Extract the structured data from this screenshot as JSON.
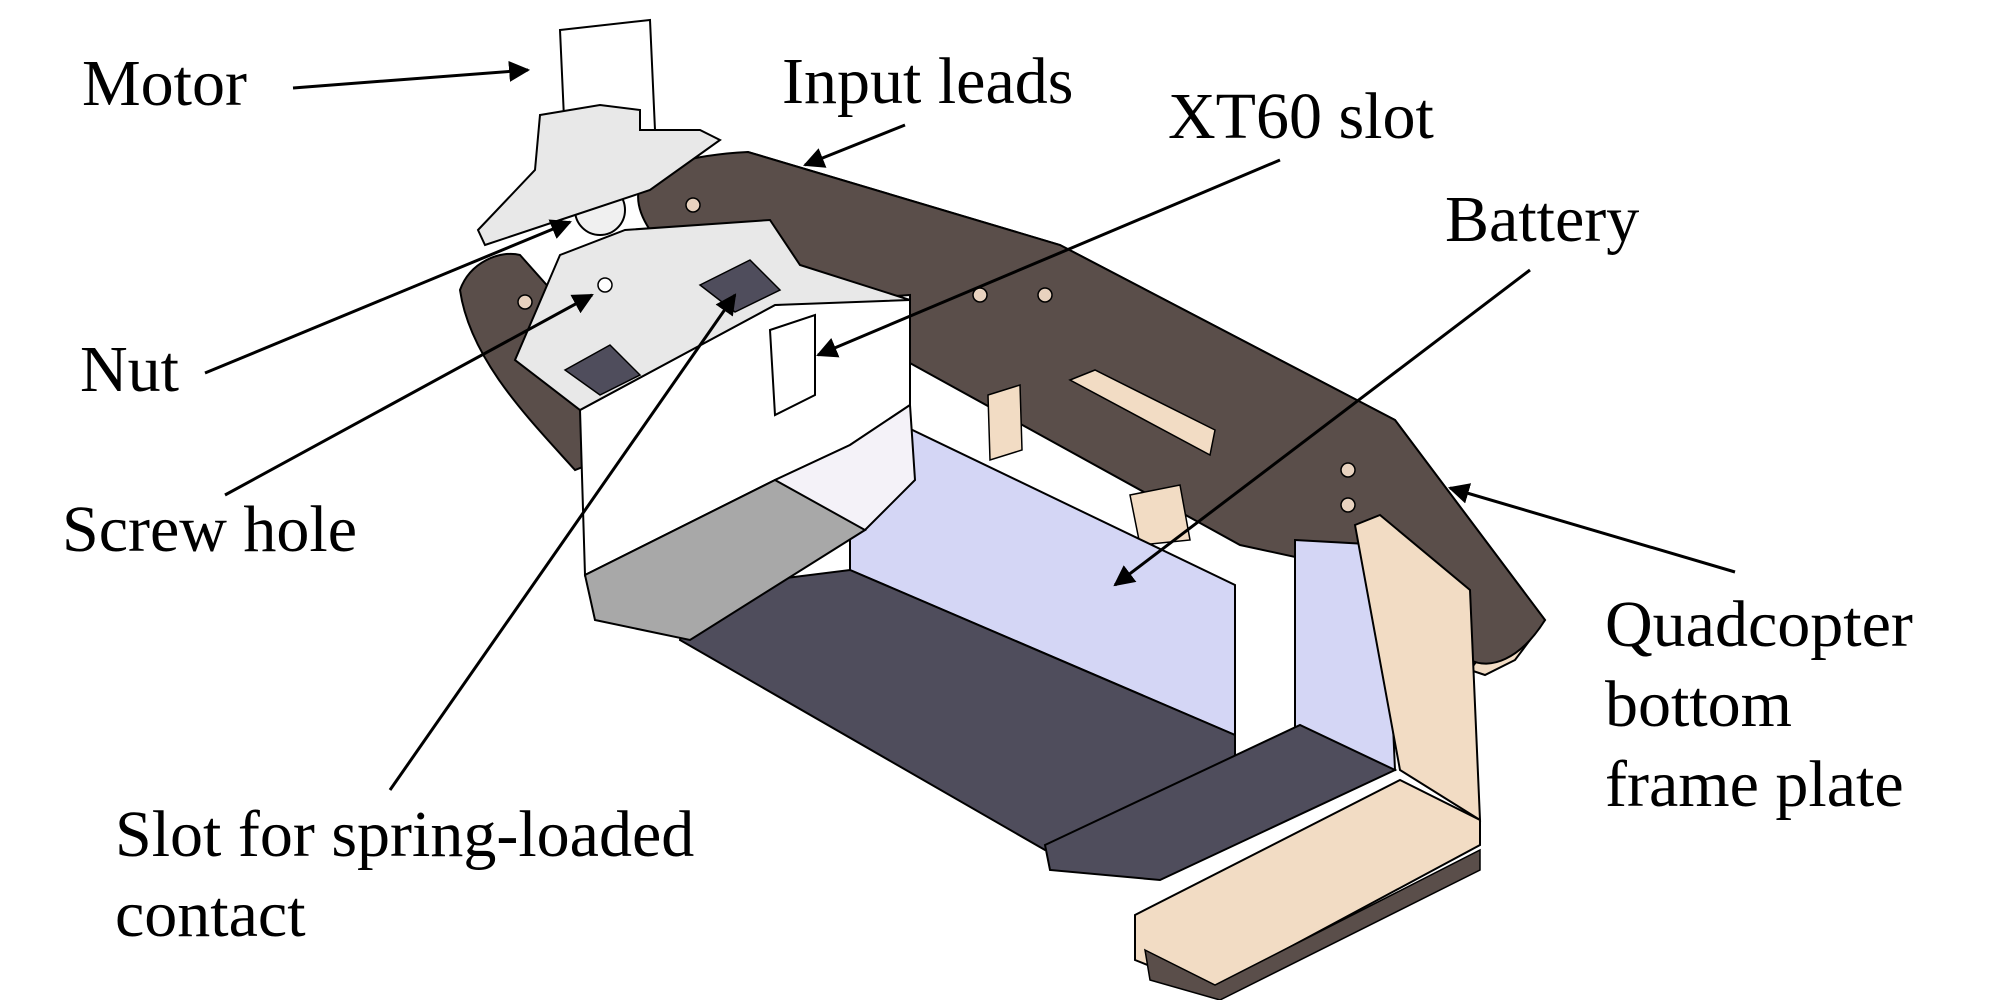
{
  "labels": {
    "motor": "Motor",
    "input_leads": "Input leads",
    "xt60_slot": "XT60 slot",
    "battery": "Battery",
    "nut": "Nut",
    "screw_hole": "Screw hole",
    "quadcopter_plate": [
      "Quadcopter",
      "bottom",
      "frame plate"
    ],
    "spring_contact": [
      "Slot for spring-loaded",
      "contact"
    ]
  },
  "colors": {
    "frame_plate_top": "#5a4e4a",
    "frame_plate_edge": "#f2dcc4",
    "battery_side": "#d4d6f5",
    "battery_bottom": "#4f4d5c",
    "mount_white": "#ffffff",
    "mount_grey": "#a8a8a8",
    "outline": "#000000"
  }
}
